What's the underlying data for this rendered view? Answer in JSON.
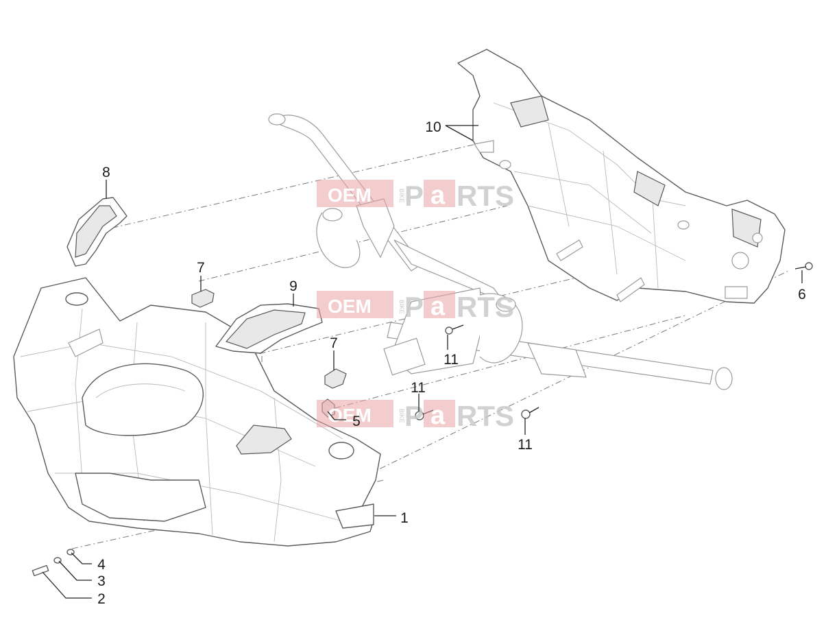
{
  "watermark": {
    "oem": "OEM",
    "bike": "BIKE",
    "p": "P",
    "a": "a",
    "rts": "RTS"
  },
  "callouts": [
    {
      "id": "c1",
      "number": "1"
    },
    {
      "id": "c2",
      "number": "2"
    },
    {
      "id": "c3",
      "number": "3"
    },
    {
      "id": "c4",
      "number": "4"
    },
    {
      "id": "c5",
      "number": "5"
    },
    {
      "id": "c6",
      "number": "6"
    },
    {
      "id": "c7a",
      "number": "7"
    },
    {
      "id": "c7b",
      "number": "7"
    },
    {
      "id": "c8",
      "number": "8"
    },
    {
      "id": "c9",
      "number": "9"
    },
    {
      "id": "c10",
      "number": "10"
    },
    {
      "id": "c11a",
      "number": "11"
    },
    {
      "id": "c11b",
      "number": "11"
    },
    {
      "id": "c11c",
      "number": "11"
    }
  ],
  "colors": {
    "line": "#5a5a5a",
    "watermark": "#e9a2a6",
    "text": "#1a1a1a"
  }
}
